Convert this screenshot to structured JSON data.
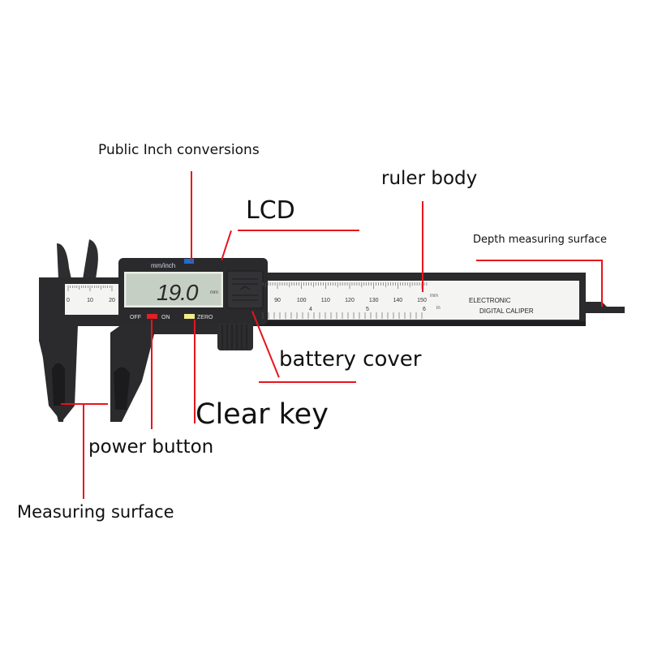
{
  "labels": {
    "public_inch": "Public Inch conversions",
    "lcd": "LCD",
    "ruler_body": "ruler body",
    "depth": "Depth measuring surface",
    "battery_cover": "battery cover",
    "clear_key": "Clear key",
    "power_button": "power button",
    "measuring_surface": "Measuring surface"
  },
  "caliper": {
    "mode_label": "mm/inch",
    "display_value": "19.0",
    "display_unit": "mm",
    "off_label": "OFF",
    "on_label": "ON",
    "zero_label": "ZERO",
    "body_text_line1": "ELECTRONIC",
    "body_text_line2": "DIGITAL CALIPER",
    "mm_unit": "mm",
    "in_unit": "in",
    "jaw_scale_ticks": [
      "0",
      "10",
      "20"
    ],
    "mm_scale_ticks": [
      "90",
      "100",
      "110",
      "120",
      "130",
      "140",
      "150"
    ],
    "inch_scale_ticks": [
      "4",
      "5",
      "6"
    ]
  },
  "colors": {
    "leader": "#e8141c",
    "body": "#2b2b2d",
    "lcd": "#c9d3c6",
    "mode_button": "#1e6fd0",
    "power_button": "#e31e24",
    "zero_button": "#f2ec8c"
  }
}
